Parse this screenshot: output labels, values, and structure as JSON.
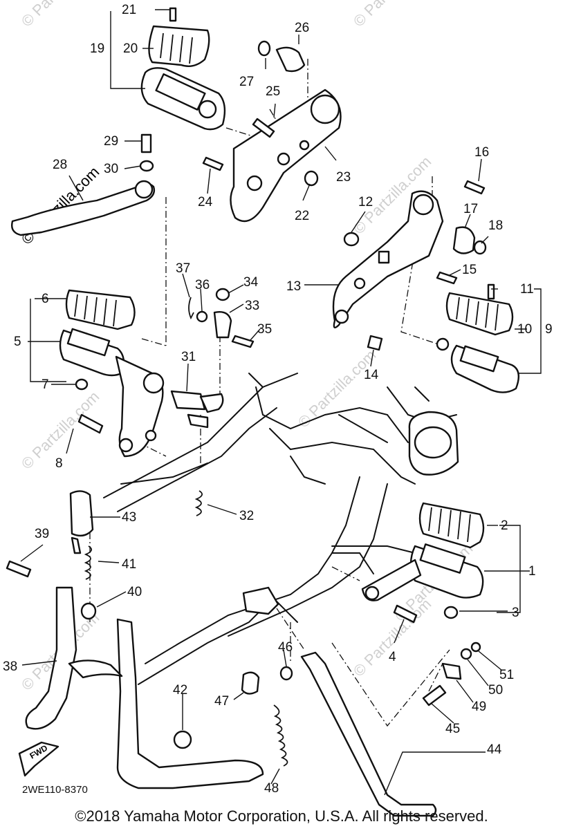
{
  "watermark": "© Partzilla.com",
  "diagram_code": "2WE110-8370",
  "copyright": "©2018 Yamaha Motor Corporation, U.S.A. All rights reserved.",
  "fwd_label": "FWD",
  "callouts": [
    "1",
    "2",
    "3",
    "4",
    "5",
    "6",
    "7",
    "8",
    "9",
    "10",
    "11",
    "12",
    "13",
    "14",
    "15",
    "16",
    "17",
    "18",
    "19",
    "20",
    "21",
    "22",
    "23",
    "24",
    "25",
    "26",
    "27",
    "28",
    "29",
    "30",
    "31",
    "32",
    "33",
    "34",
    "35",
    "36",
    "37",
    "38",
    "39",
    "40",
    "41",
    "42",
    "43",
    "44",
    "45",
    "46",
    "47",
    "48",
    "49",
    "50",
    "51"
  ]
}
